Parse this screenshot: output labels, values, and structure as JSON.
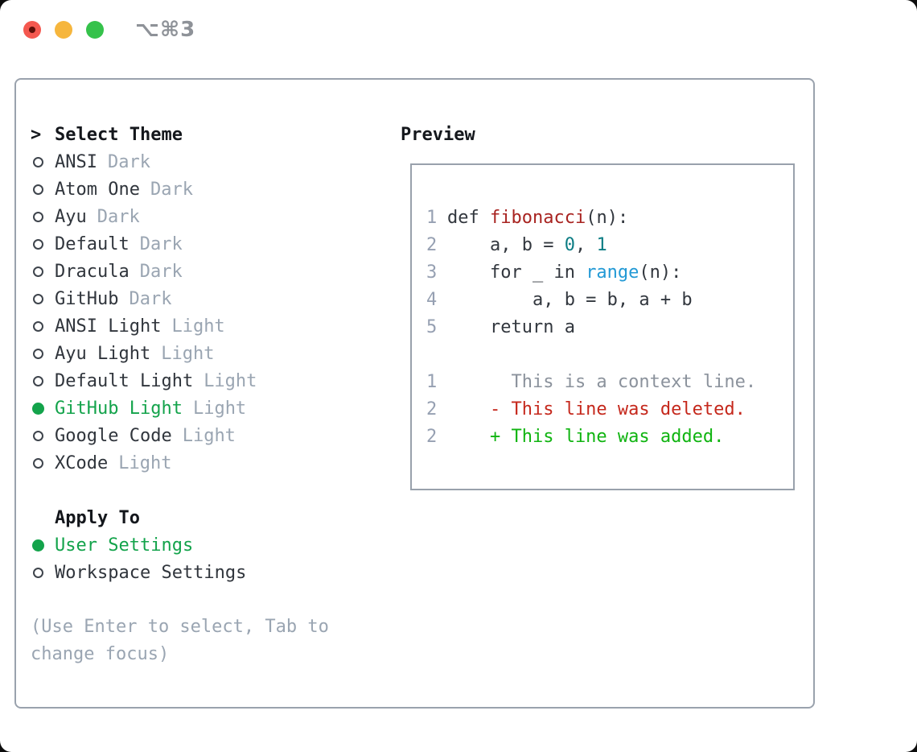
{
  "titlebar": {
    "title": "⌥⌘3"
  },
  "theme_panel": {
    "header_marker": ">",
    "header": "Select Theme",
    "themes": [
      {
        "name": "ANSI",
        "tag": "Dark",
        "selected": false
      },
      {
        "name": "Atom One",
        "tag": "Dark",
        "selected": false
      },
      {
        "name": "Ayu",
        "tag": "Dark",
        "selected": false
      },
      {
        "name": "Default",
        "tag": "Dark",
        "selected": false
      },
      {
        "name": "Dracula",
        "tag": "Dark",
        "selected": false
      },
      {
        "name": "GitHub",
        "tag": "Dark",
        "selected": false
      },
      {
        "name": "ANSI Light",
        "tag": "Light",
        "selected": false
      },
      {
        "name": "Ayu Light",
        "tag": "Light",
        "selected": false
      },
      {
        "name": "Default Light",
        "tag": "Light",
        "selected": false
      },
      {
        "name": "GitHub Light",
        "tag": "Light",
        "selected": true
      },
      {
        "name": "Google Code",
        "tag": "Light",
        "selected": false
      },
      {
        "name": "XCode",
        "tag": "Light",
        "selected": false
      }
    ],
    "apply_to": {
      "header": "Apply To",
      "options": [
        {
          "label": "User Settings",
          "selected": true
        },
        {
          "label": "Workspace Settings",
          "selected": false
        }
      ]
    },
    "hint": "(Use Enter to select, Tab to change focus)"
  },
  "preview": {
    "header": "Preview",
    "code_lines": [
      {
        "num": "1",
        "s0": "def ",
        "s1": "fibonacci",
        "s2": "(n):"
      },
      {
        "num": "2",
        "s0": "    a, b = ",
        "s1": "0",
        "s2": ", ",
        "s3": "1"
      },
      {
        "num": "3",
        "s0": "    for _ in ",
        "s1": "range",
        "s2": "(n):"
      },
      {
        "num": "4",
        "s0": "        a, b = b, a + b"
      },
      {
        "num": "5",
        "s0": "    return a"
      }
    ],
    "diff_lines": [
      {
        "num": "1",
        "text": "      This is a context line.",
        "kind": "context"
      },
      {
        "num": "2",
        "text": "    - This line was deleted.",
        "kind": "deleted"
      },
      {
        "num": "2",
        "text": "    + This line was added.",
        "kind": "added"
      }
    ]
  },
  "colors": {
    "selection_green": "#13a34b",
    "added_green": "#10b411",
    "deleted_red": "#c5281c",
    "function_red": "#a82320",
    "constant_teal": "#0d7d84",
    "builtin_blue": "#2299d5",
    "muted_gray": "#9aa5b2",
    "text_dark": "#30353c",
    "line_number_gray": "#96a0b2",
    "border_gray": "#9aa2ad",
    "traffic_red": "#f4584f",
    "traffic_yellow": "#f6b63d",
    "traffic_green": "#35c24b"
  }
}
